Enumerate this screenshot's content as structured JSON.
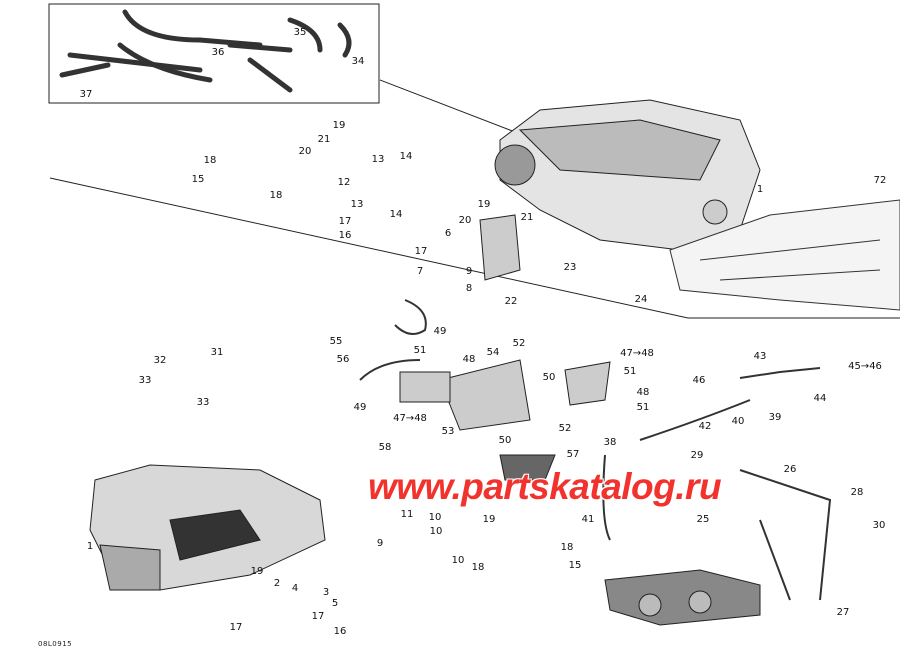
{
  "diagram": {
    "reference_code": "08L0915",
    "watermark": "www.partskatalog.ru",
    "callouts": [
      "35",
      "36",
      "34",
      "37",
      "19",
      "21",
      "20",
      "13",
      "14",
      "18",
      "15",
      "12",
      "18",
      "13",
      "14",
      "19",
      "21",
      "20",
      "6",
      "17",
      "16",
      "17",
      "7",
      "9",
      "8",
      "23",
      "22",
      "24",
      "1",
      "72",
      "49",
      "55",
      "56",
      "31",
      "32",
      "33",
      "33",
      "51",
      "48",
      "54",
      "52",
      "47→48",
      "51",
      "50",
      "48",
      "51",
      "49",
      "47→48",
      "53",
      "52",
      "50",
      "43",
      "45→46",
      "46",
      "44",
      "40",
      "39",
      "42",
      "38",
      "58",
      "57",
      "29",
      "26",
      "28",
      "25",
      "30",
      "27",
      "11",
      "10",
      "19",
      "10",
      "9",
      "18",
      "10",
      "18",
      "15",
      "1",
      "19",
      "2",
      "4",
      "3",
      "5",
      "17",
      "17",
      "16",
      "41"
    ]
  }
}
